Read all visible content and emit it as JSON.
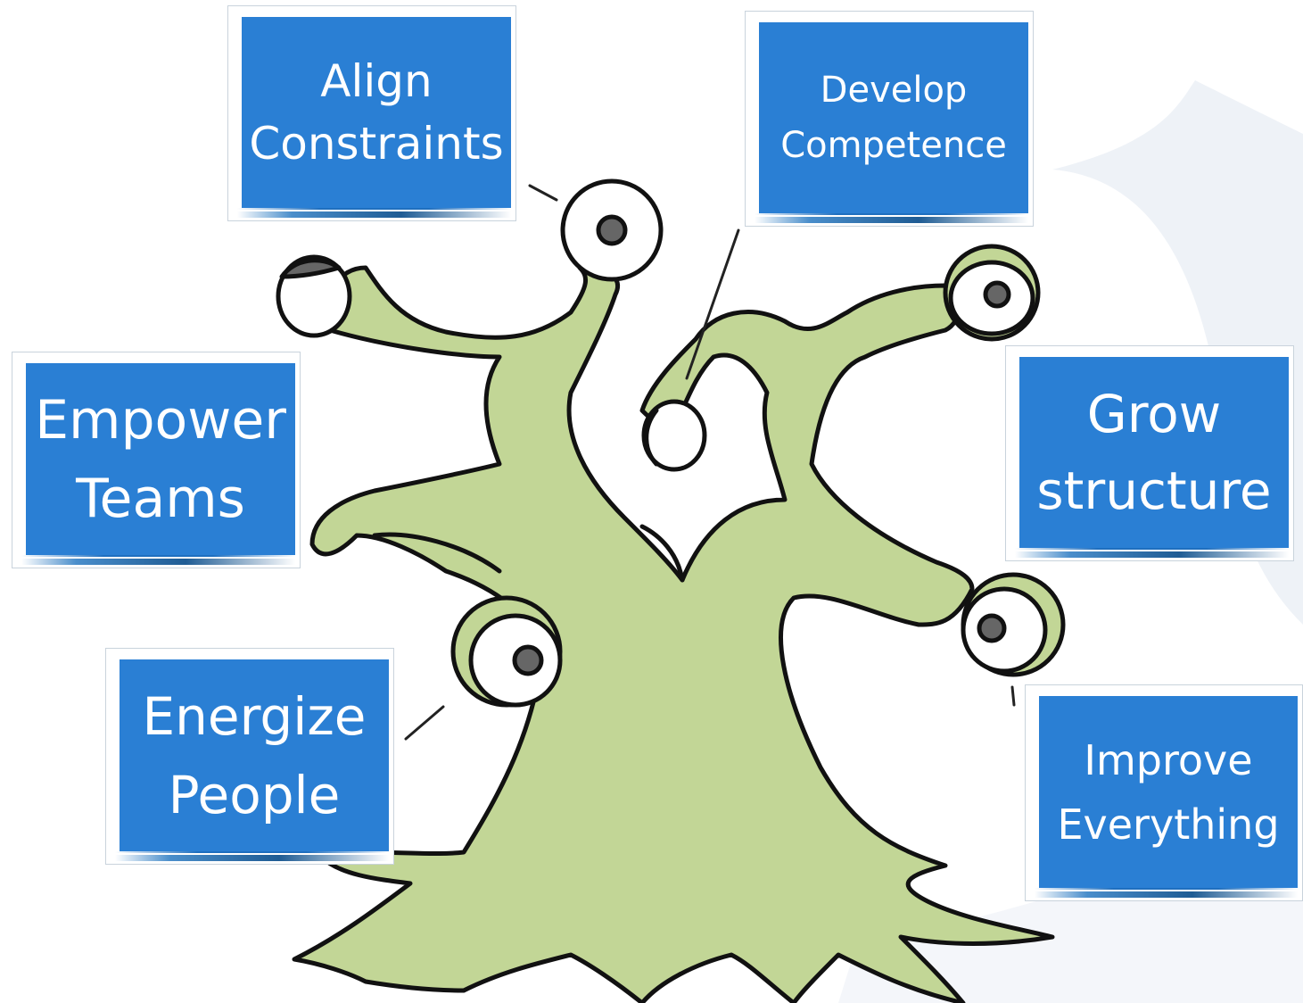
{
  "cards": [
    {
      "id": "align",
      "label": "Align\nConstraints",
      "accent": "#2a7fd4"
    },
    {
      "id": "develop",
      "label": "Develop\nCompetence",
      "accent": "#2a7fd4"
    },
    {
      "id": "empower",
      "label": "Empower\nTeams",
      "accent": "#2a7fd4"
    },
    {
      "id": "grow",
      "label": "Grow\nstructure",
      "accent": "#2a7fd4"
    },
    {
      "id": "energize",
      "label": "Energize\nPeople",
      "accent": "#2a7fd4"
    },
    {
      "id": "improve",
      "label": "Improve\nEverything",
      "accent": "#2a7fd4"
    }
  ],
  "illustration": {
    "subject": "green-tree-creature-with-eyes",
    "fill": "#c2d696",
    "outline": "#111111"
  }
}
